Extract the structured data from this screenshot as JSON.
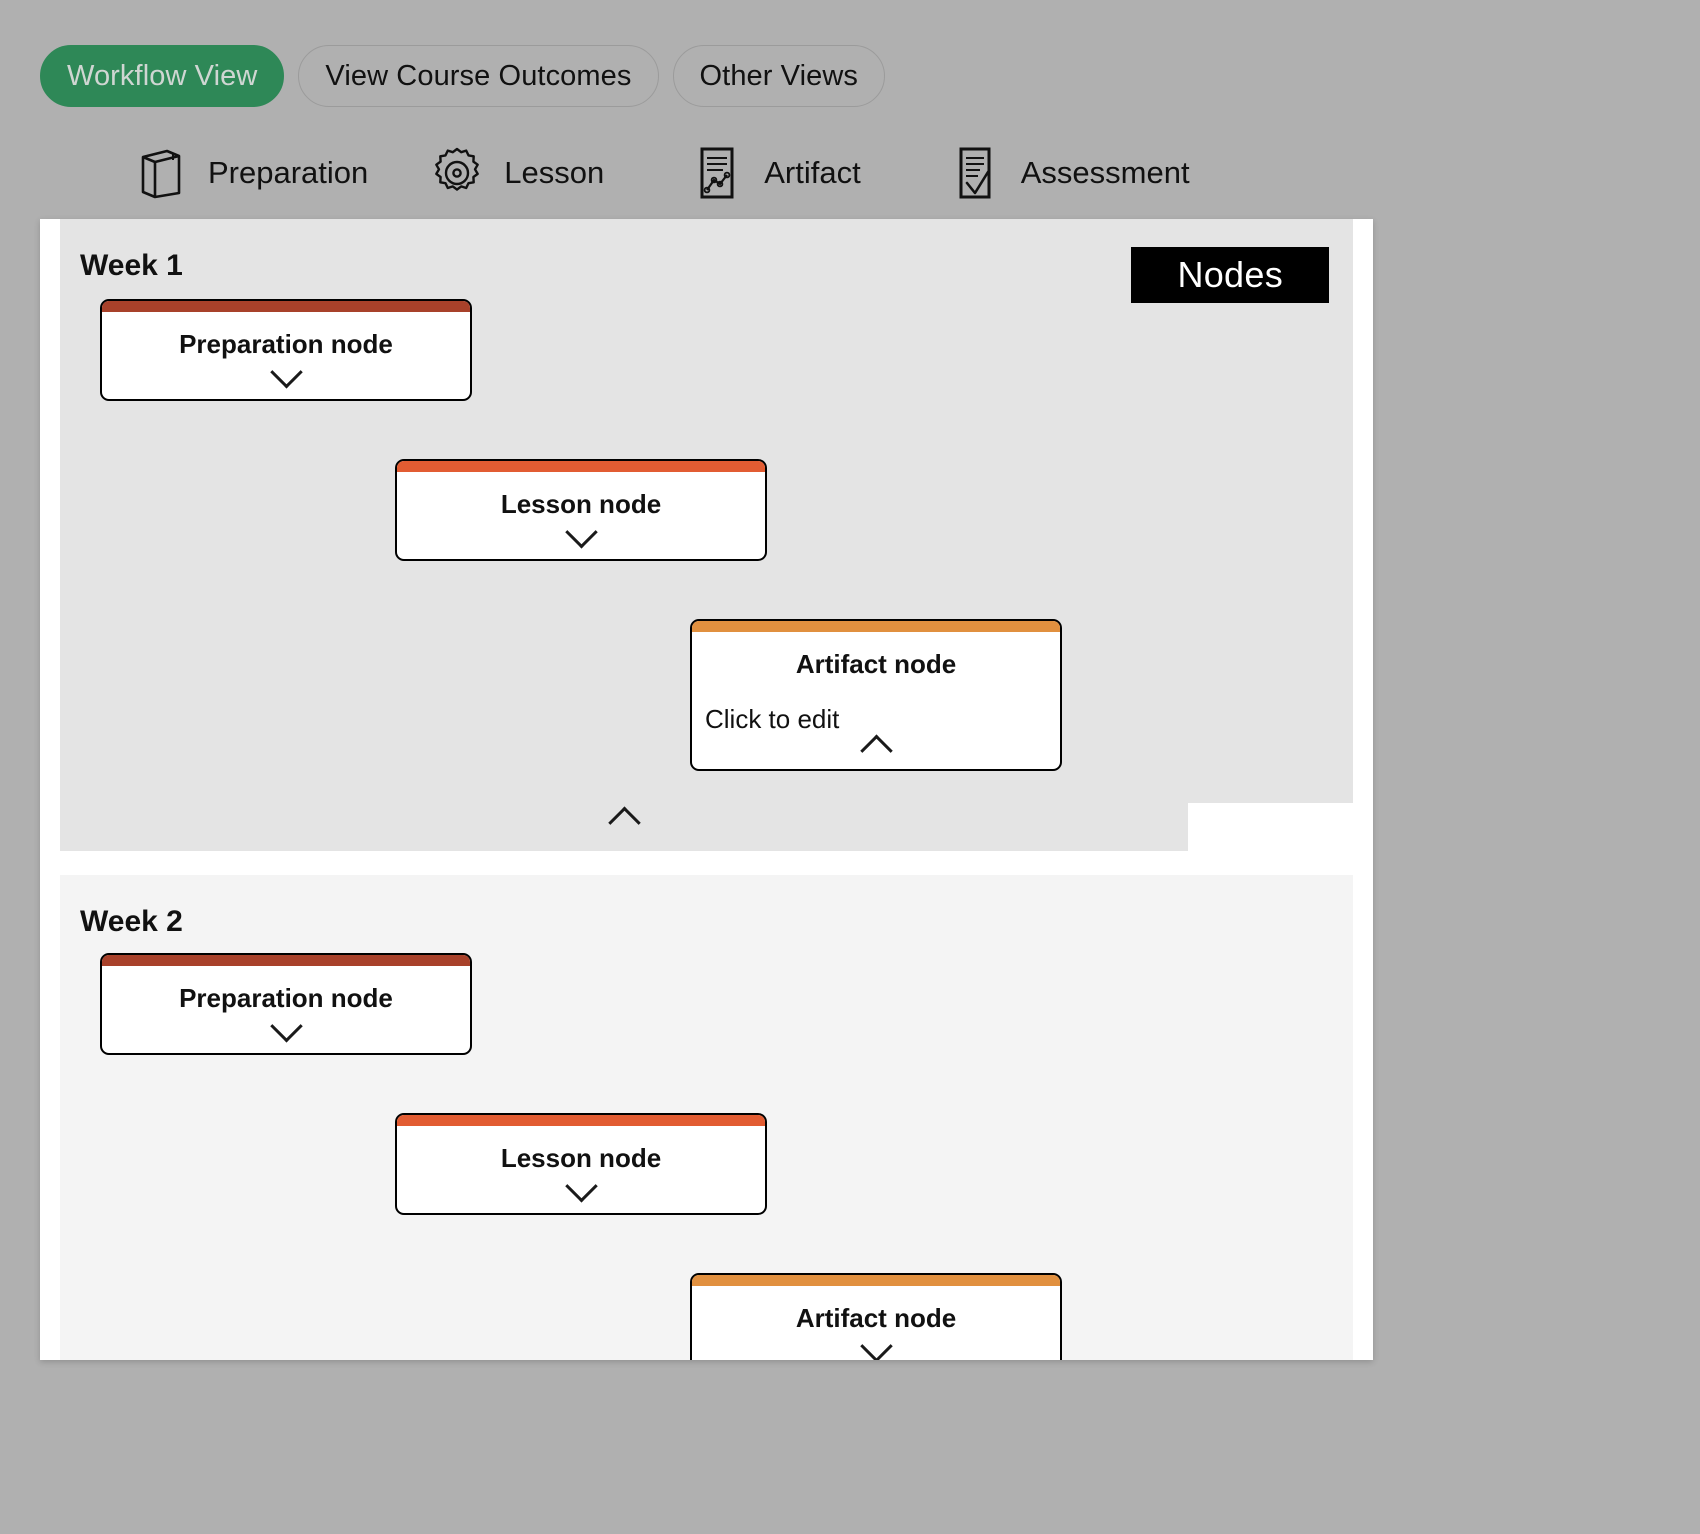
{
  "view_modes": [
    {
      "label": "Workflow View",
      "active": true
    },
    {
      "label": "View Course Outcomes",
      "active": false
    },
    {
      "label": "Other Views",
      "active": false
    }
  ],
  "legend": [
    {
      "label": "Preparation",
      "icon": "book-icon"
    },
    {
      "label": "Lesson",
      "icon": "gear-icon"
    },
    {
      "label": "Artifact",
      "icon": "document-chart-icon"
    },
    {
      "label": "Assessment",
      "icon": "document-check-icon"
    }
  ],
  "nodes_badge": "Nodes",
  "colors": {
    "preparation_bar": "#a8412a",
    "lesson_bar": "#e25c32",
    "artifact_bar": "#e1903f",
    "active_pill": "#2e8857",
    "page_background": "#b0b0b0",
    "week1_background": "#e4e4e4",
    "week2_background": "#f4f4f4",
    "badge_background": "#000000"
  },
  "weeks": [
    {
      "title": "Week 1",
      "nodes": [
        {
          "title": "Preparation node",
          "body": "",
          "chevron": "down",
          "type": "preparation"
        },
        {
          "title": "Lesson node",
          "body": "",
          "chevron": "down",
          "type": "lesson"
        },
        {
          "title": "Artifact node",
          "body": "Click to edit",
          "chevron": "up",
          "type": "artifact"
        }
      ],
      "section_chevron": "up"
    },
    {
      "title": "Week 2",
      "nodes": [
        {
          "title": "Preparation node",
          "body": "",
          "chevron": "down",
          "type": "preparation"
        },
        {
          "title": "Lesson node",
          "body": "",
          "chevron": "down",
          "type": "lesson"
        },
        {
          "title": "Artifact node",
          "body": "",
          "chevron": "down",
          "type": "artifact"
        }
      ],
      "section_chevron": "up"
    }
  ]
}
